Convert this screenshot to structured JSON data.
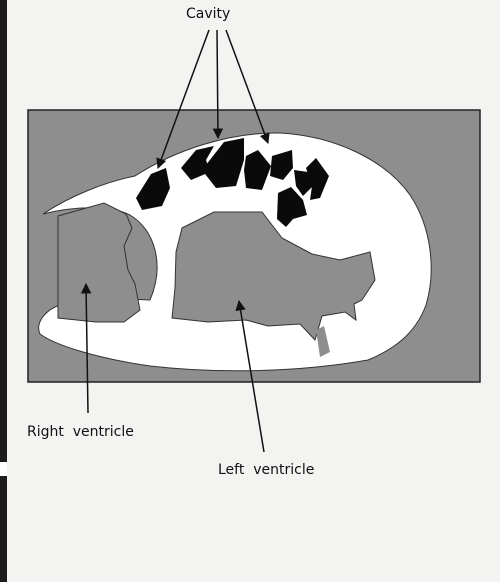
{
  "diagram": {
    "labels": {
      "cavity": "Cavity",
      "right_ventricle": "Right  ventricle",
      "left_ventricle": "Left  ventricle"
    },
    "colors": {
      "page": "#f3f3f1",
      "background_rect": "#8e8e8e",
      "myocardium": "#ffffff",
      "ventricles": "#8e8e8e",
      "cavities": "#0a0a0a",
      "lines": "#111111"
    }
  }
}
